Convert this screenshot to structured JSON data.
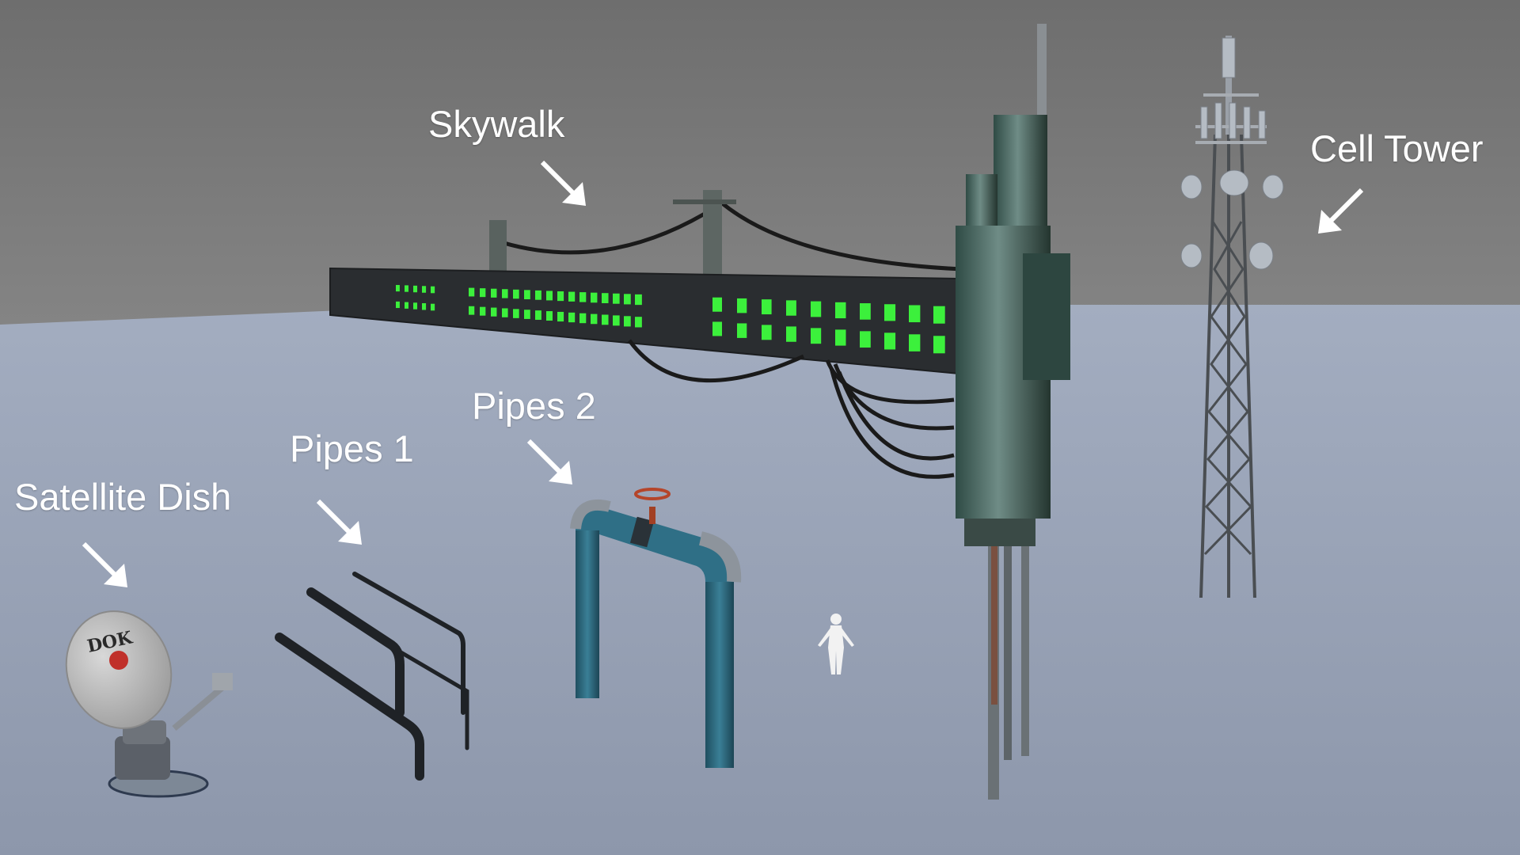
{
  "labels": {
    "skywalk": "Skywalk",
    "cell_tower": "Cell Tower",
    "pipes_2": "Pipes 2",
    "pipes_1": "Pipes 1",
    "satellite_dish": "Satellite Dish",
    "dish_logo": "DOK"
  },
  "colors": {
    "sky": "#7a7a7a",
    "floor": "#8f99ad",
    "label_text": "#ffffff",
    "skywalk_lights": "#3cf03c",
    "pipe_blue": "#2e6a80",
    "valve_red": "#b5452a"
  }
}
